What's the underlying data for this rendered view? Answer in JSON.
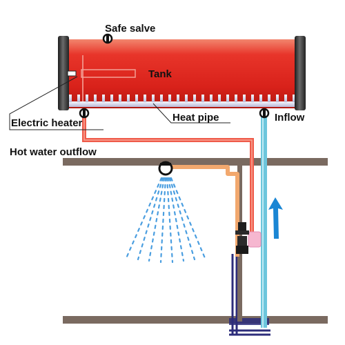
{
  "labels": {
    "safe_valve": "Safe salve",
    "tank": "Tank",
    "electric_heater": "Electric heater",
    "heat_pipe": "Heat pipe",
    "inflow": "Inflow",
    "hot_water_outflow": "Hot water outflow"
  },
  "colors": {
    "tank_red": "#e0261a",
    "hot_pipe": "#ef5b4a",
    "cold_pipe": "#6cc6dc",
    "shower_pipe": "#f2a86e",
    "beam": "#7a6a60",
    "drain_pipe": "#2c2c7a",
    "water_spray": "#4a9ee0",
    "arrow_blue": "#1a86d4"
  },
  "icons": {
    "flow_direction": "arrow-up-icon",
    "shower_head": "shower-head-icon",
    "valve": "valve-icon"
  }
}
